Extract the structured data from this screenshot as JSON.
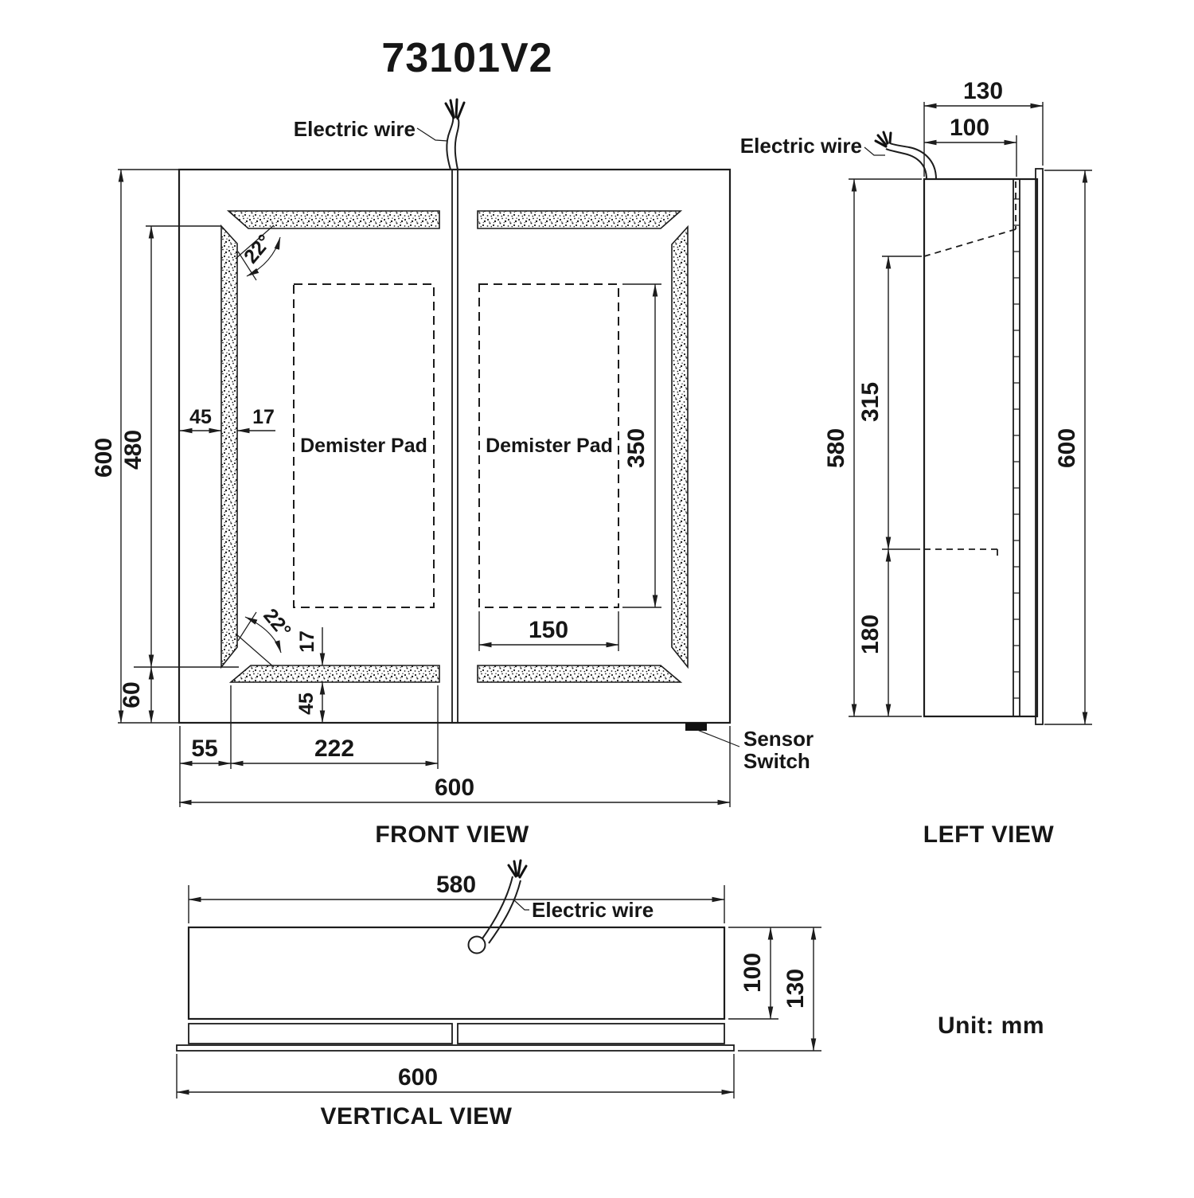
{
  "title": "73101V2",
  "unit_note": "Unit: mm",
  "front_view": {
    "caption": "FRONT VIEW",
    "wire_label": "Electric wire",
    "sensor_label_1": "Sensor",
    "sensor_label_2": "Switch",
    "pad_left_label": "Demister Pad",
    "pad_right_label": "Demister Pad",
    "dim_height": "600",
    "dim_inner_height": "480",
    "dim_bottom_offset": "60",
    "dim_strip_inset": "45",
    "dim_strip_width": "17",
    "dim_angle_top": "22°",
    "dim_angle_bottom": "22°",
    "dim_pad_height": "350",
    "dim_pad_width": "150",
    "dim_strip_thickness": "17",
    "dim_strip_bottom_gap": "45",
    "dim_edge_to_strip": "55",
    "dim_strip_length": "222",
    "dim_width": "600"
  },
  "left_view": {
    "caption": "LEFT VIEW",
    "wire_label": "Electric wire",
    "dim_total_depth": "130",
    "dim_body_depth": "100",
    "dim_body_height": "580",
    "dim_upper_section": "315",
    "dim_lower_section": "180",
    "dim_mirror_height": "600"
  },
  "vertical_view": {
    "caption": "VERTICAL VIEW",
    "wire_label": "Electric wire",
    "dim_body_width": "580",
    "dim_body_depth": "100",
    "dim_total_depth": "130",
    "dim_mirror_width": "600"
  }
}
